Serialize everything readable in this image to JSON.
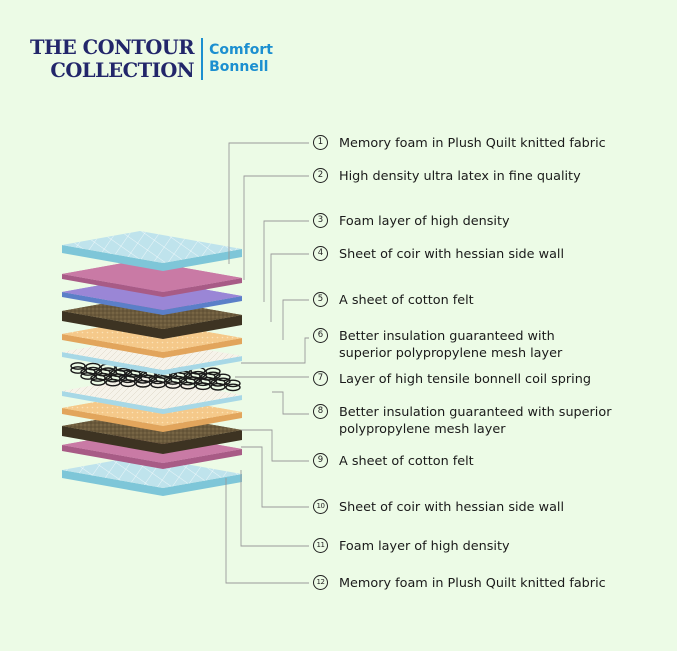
{
  "brand": {
    "line1": "THE CONTOUR",
    "line2": "COLLECTION",
    "sub1": "Comfort",
    "sub2": "Bonnell"
  },
  "callouts": [
    {
      "num": "1",
      "text": [
        "Memory foam in Plush Quilt knitted fabric"
      ]
    },
    {
      "num": "2",
      "text": [
        "High density ultra latex in fine quality"
      ]
    },
    {
      "num": "3",
      "text": [
        "Foam layer of high density"
      ]
    },
    {
      "num": "4",
      "text": [
        "Sheet of coir with hessian side wall"
      ]
    },
    {
      "num": "5",
      "text": [
        "A sheet of cotton felt"
      ]
    },
    {
      "num": "6",
      "text": [
        "Better insulation guaranteed with",
        "superior polypropylene mesh layer"
      ]
    },
    {
      "num": "7",
      "text": [
        "Layer of high tensile bonnell coil spring"
      ]
    },
    {
      "num": "8",
      "text": [
        "Better insulation guaranteed with superior",
        "polypropylene mesh layer"
      ]
    },
    {
      "num": "9",
      "text": [
        "A sheet of cotton felt"
      ]
    },
    {
      "num": "10",
      "text": [
        "Sheet of coir with hessian side wall"
      ]
    },
    {
      "num": "11",
      "text": [
        "Foam layer of high density"
      ]
    },
    {
      "num": "12",
      "text": [
        "Memory foam in Plush Quilt knitted fabric"
      ]
    }
  ],
  "colors": {
    "background": "#ecfbe6",
    "brand": "#22266a",
    "accent": "#1c8fd0",
    "quilt": "#bfe3ec",
    "latex": "#c97aa5",
    "foam": "#9a86d6",
    "coir": "#6b5a3c",
    "felt": "#f5c98a",
    "mesh": "#f6f3ea",
    "spring": "#1a1a1a"
  }
}
